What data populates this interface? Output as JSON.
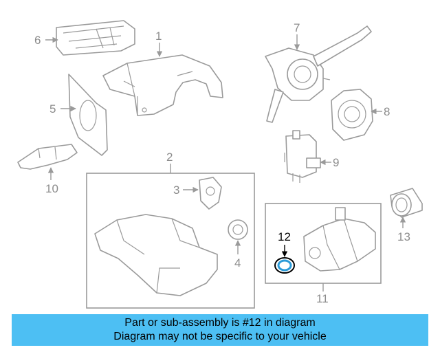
{
  "diagram": {
    "callouts": {
      "c1": "1",
      "c2": "2",
      "c3": "3",
      "c4": "4",
      "c5": "5",
      "c6": "6",
      "c7": "7",
      "c8": "8",
      "c9": "9",
      "c10": "10",
      "c11": "11",
      "c12": "12",
      "c13": "13"
    },
    "highlight_part": "12",
    "colors": {
      "line": "#9a9a9a",
      "highlight_ring": "#2b9bd8",
      "banner": "#4dbff3"
    }
  },
  "banner": {
    "line1": "Part or sub-assembly is #12 in diagram",
    "line2": "Diagram may not be specific to your vehicle"
  }
}
